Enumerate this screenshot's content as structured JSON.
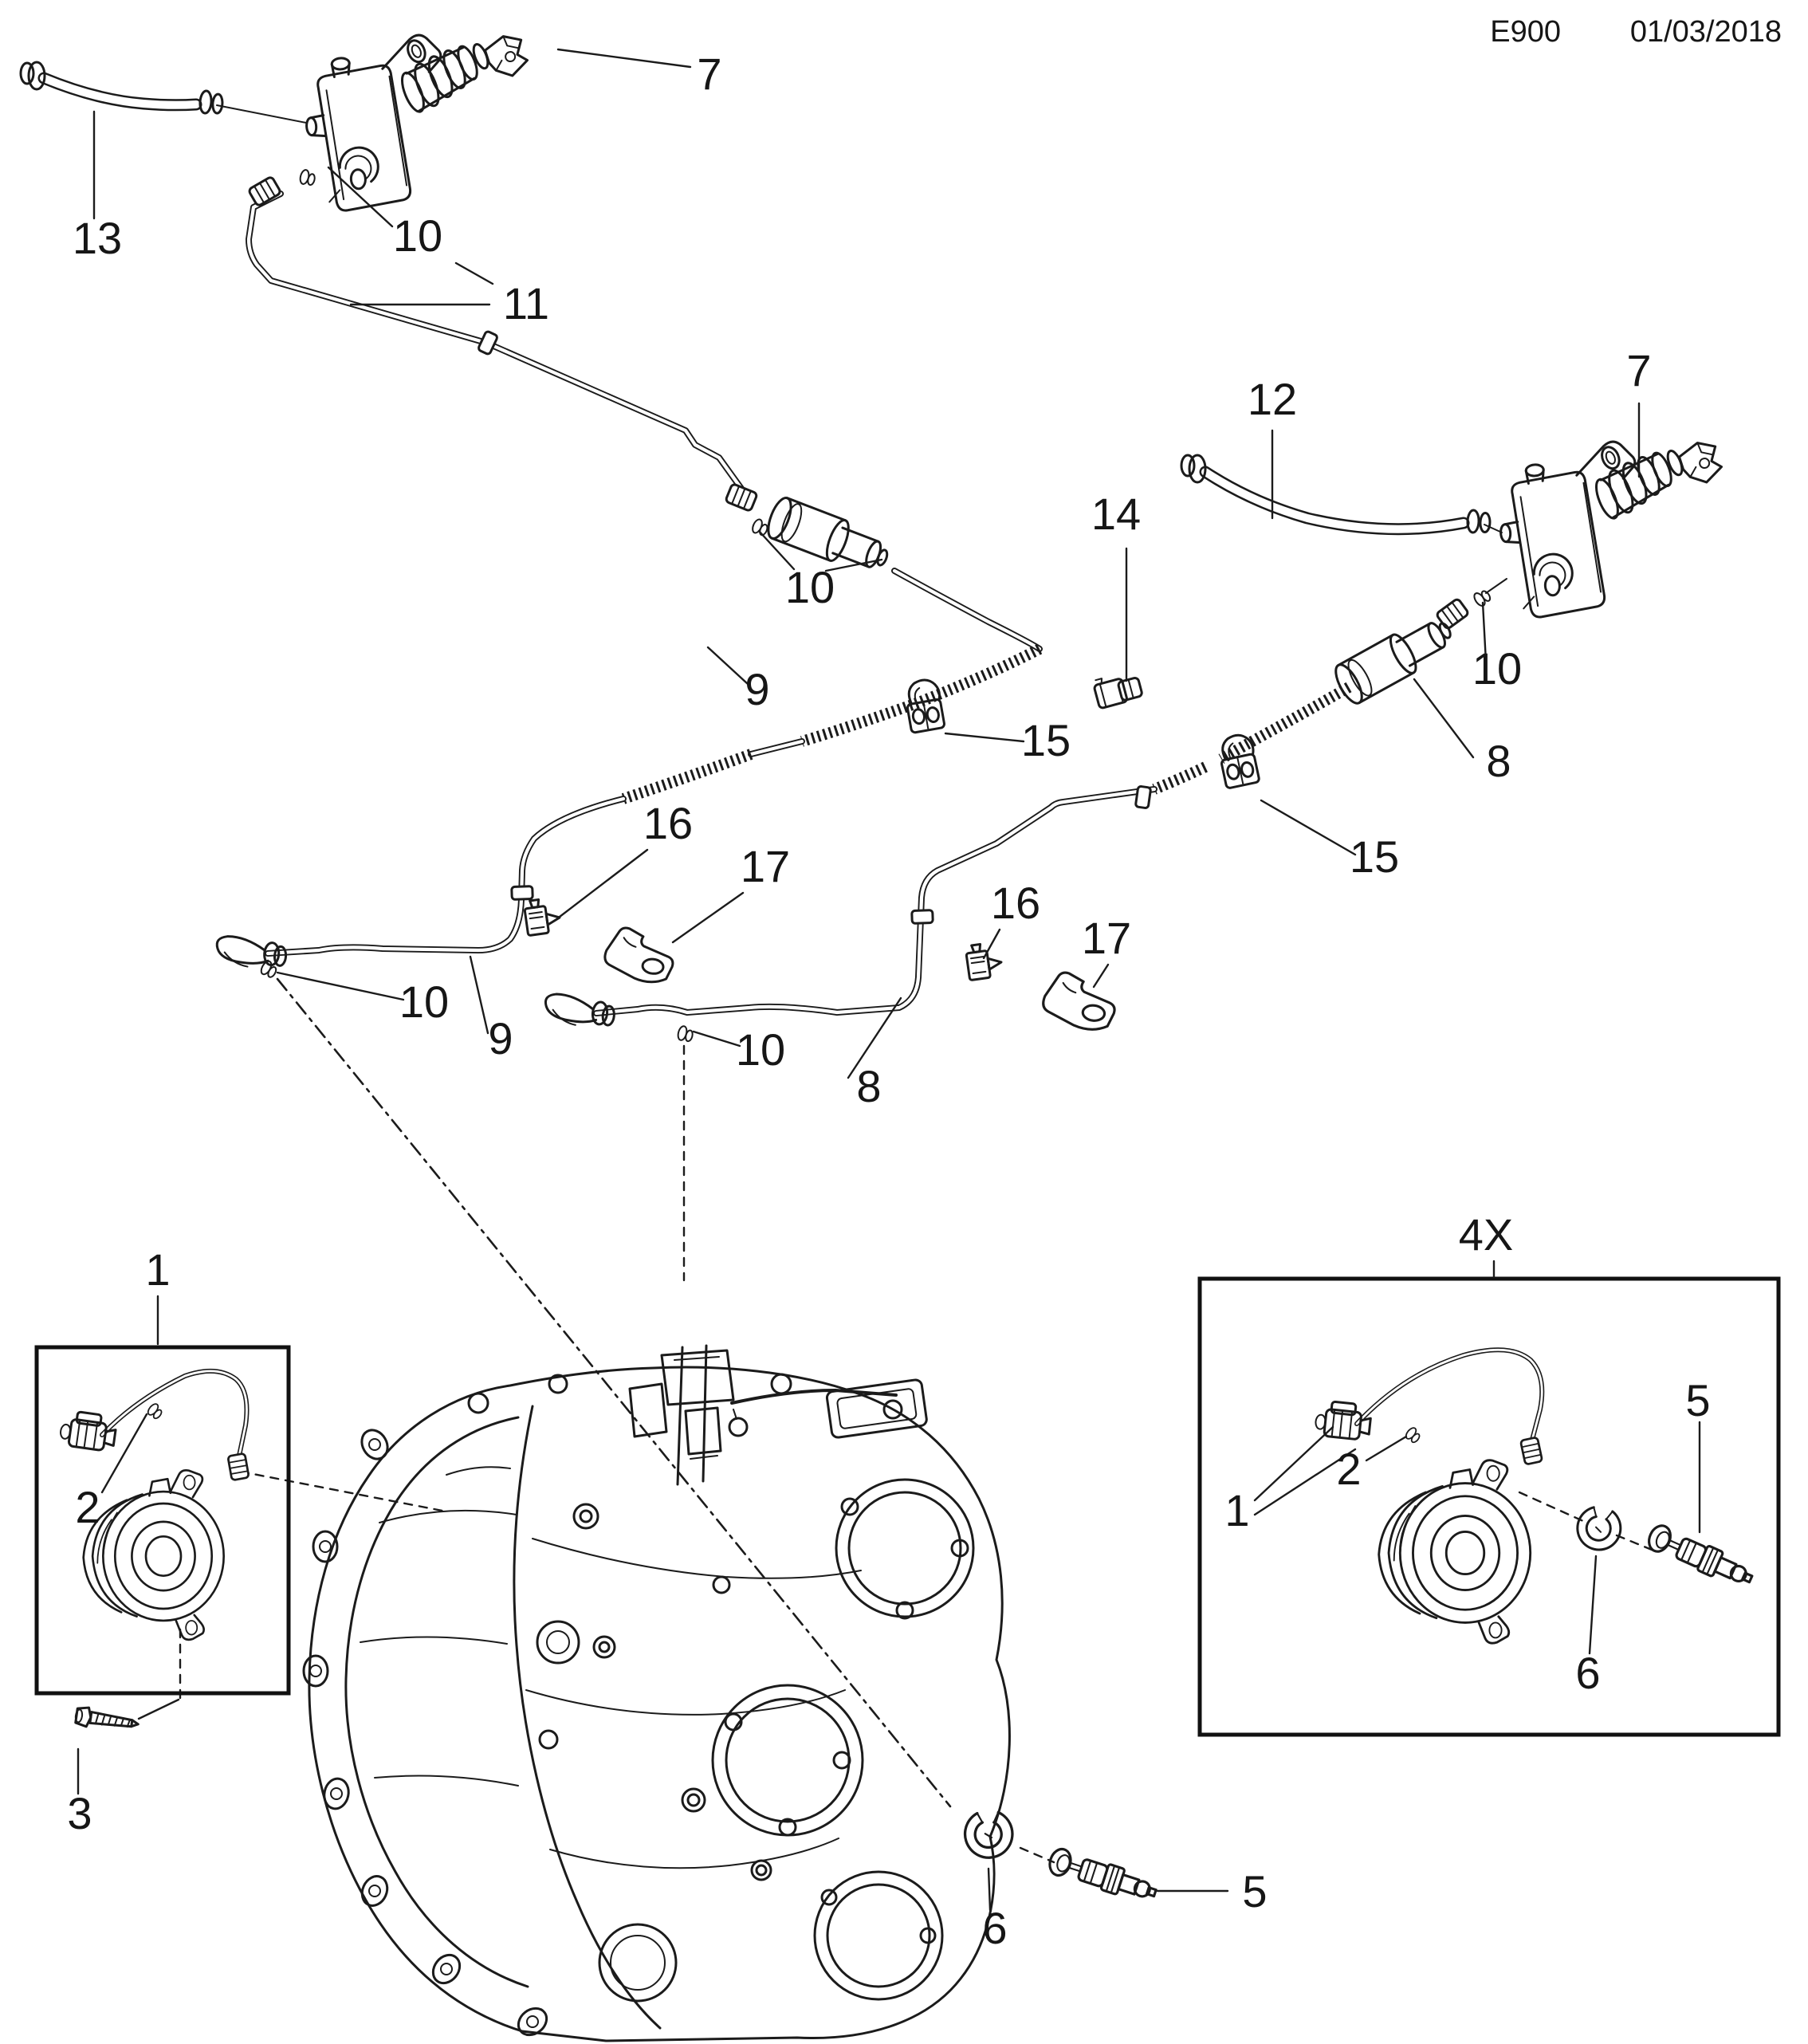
{
  "header": {
    "code": "E900",
    "date": "01/03/2018"
  },
  "kit_box": {
    "badge": "4X"
  },
  "callouts": [
    {
      "label": "7"
    },
    {
      "label": "13"
    },
    {
      "label": "10"
    },
    {
      "label": "11"
    },
    {
      "label": "12"
    },
    {
      "label": "7"
    },
    {
      "label": "14"
    },
    {
      "label": "10"
    },
    {
      "label": "9"
    },
    {
      "label": "15"
    },
    {
      "label": "10"
    },
    {
      "label": "8"
    },
    {
      "label": "15"
    },
    {
      "label": "16"
    },
    {
      "label": "17"
    },
    {
      "label": "16"
    },
    {
      "label": "17"
    },
    {
      "label": "10"
    },
    {
      "label": "9"
    },
    {
      "label": "10"
    },
    {
      "label": "8"
    },
    {
      "label": "1"
    },
    {
      "label": "2"
    },
    {
      "label": "3"
    },
    {
      "label": "1"
    },
    {
      "label": "2"
    },
    {
      "label": "5"
    },
    {
      "label": "6"
    },
    {
      "label": "6"
    },
    {
      "label": "5"
    }
  ]
}
